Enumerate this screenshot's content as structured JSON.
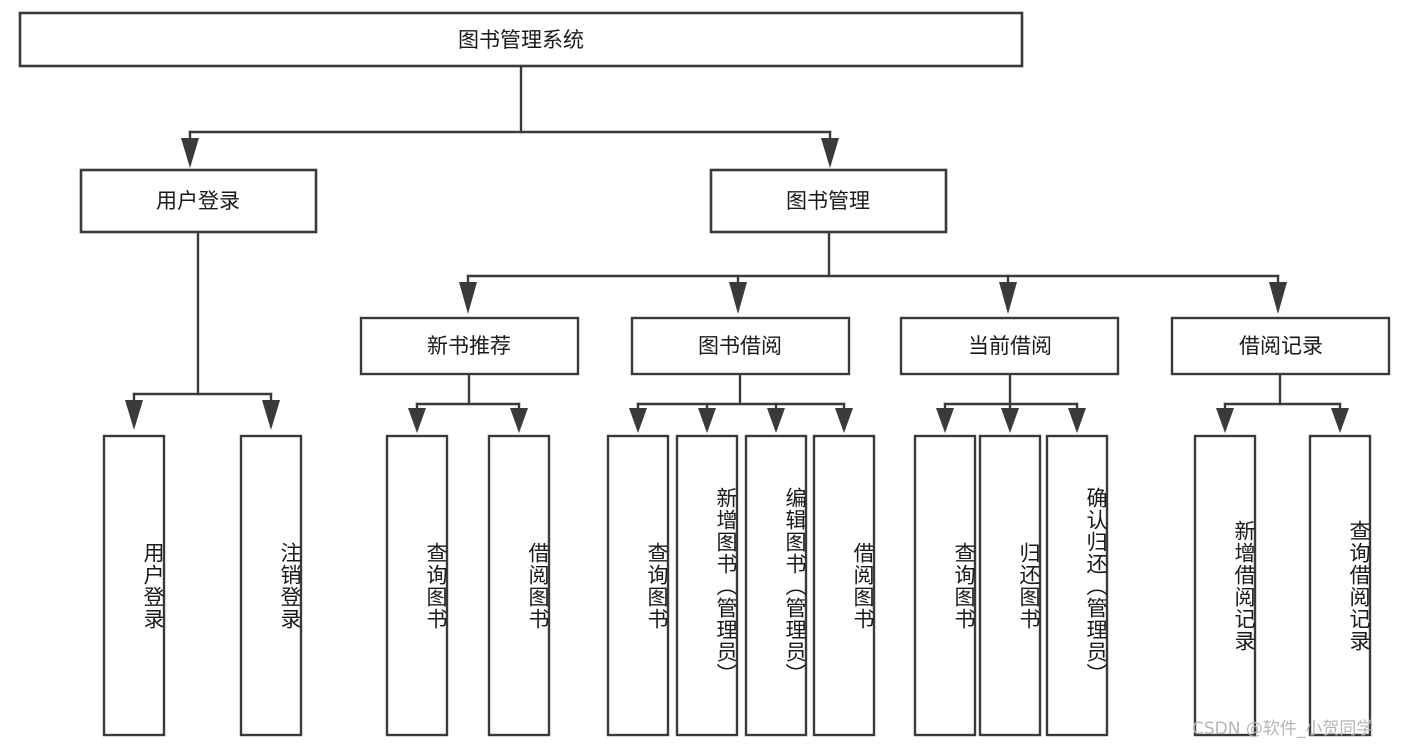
{
  "diagram": {
    "type": "tree-hierarchy",
    "title": "图书管理系统",
    "root": {
      "id": "root",
      "label": "图书管理系统"
    },
    "level2": [
      {
        "id": "user-login",
        "label": "用户登录"
      },
      {
        "id": "book-manage",
        "label": "图书管理"
      }
    ],
    "level3": [
      {
        "id": "new-book-recommend",
        "label": "新书推荐",
        "parent": "book-manage"
      },
      {
        "id": "book-borrow",
        "label": "图书借阅",
        "parent": "book-manage"
      },
      {
        "id": "current-borrow",
        "label": "当前借阅",
        "parent": "book-manage"
      },
      {
        "id": "borrow-record",
        "label": "借阅记录",
        "parent": "book-manage"
      }
    ],
    "leaves": [
      {
        "id": "leaf-user-login",
        "label": "用户登录",
        "parent": "user-login"
      },
      {
        "id": "leaf-logout",
        "label": "注销登录",
        "parent": "user-login"
      },
      {
        "id": "leaf-query-book-1",
        "label": "查询图书",
        "parent": "new-book-recommend"
      },
      {
        "id": "leaf-borrow-book-1",
        "label": "借阅图书",
        "parent": "new-book-recommend"
      },
      {
        "id": "leaf-query-book-2",
        "label": "查询图书",
        "parent": "book-borrow"
      },
      {
        "id": "leaf-add-book",
        "label": "新增图书（管理员）",
        "parent": "book-borrow"
      },
      {
        "id": "leaf-edit-book",
        "label": "编辑图书（管理员）",
        "parent": "book-borrow"
      },
      {
        "id": "leaf-borrow-book-2",
        "label": "借阅图书",
        "parent": "book-borrow"
      },
      {
        "id": "leaf-query-book-3",
        "label": "查询图书",
        "parent": "current-borrow"
      },
      {
        "id": "leaf-return-book",
        "label": "归还图书",
        "parent": "current-borrow"
      },
      {
        "id": "leaf-confirm-return",
        "label": "确认归还（管理员）",
        "parent": "current-borrow"
      },
      {
        "id": "leaf-add-record",
        "label": "新增借阅记录",
        "parent": "borrow-record"
      },
      {
        "id": "leaf-query-record",
        "label": "查询借阅记录",
        "parent": "borrow-record"
      }
    ]
  },
  "watermark": {
    "text": "CSDN @软件_小贺同学"
  },
  "colors": {
    "stroke": "#3a3a3a",
    "fill": "#ffffff",
    "text": "#1a1a1a",
    "watermark": "#b6b6b6"
  }
}
